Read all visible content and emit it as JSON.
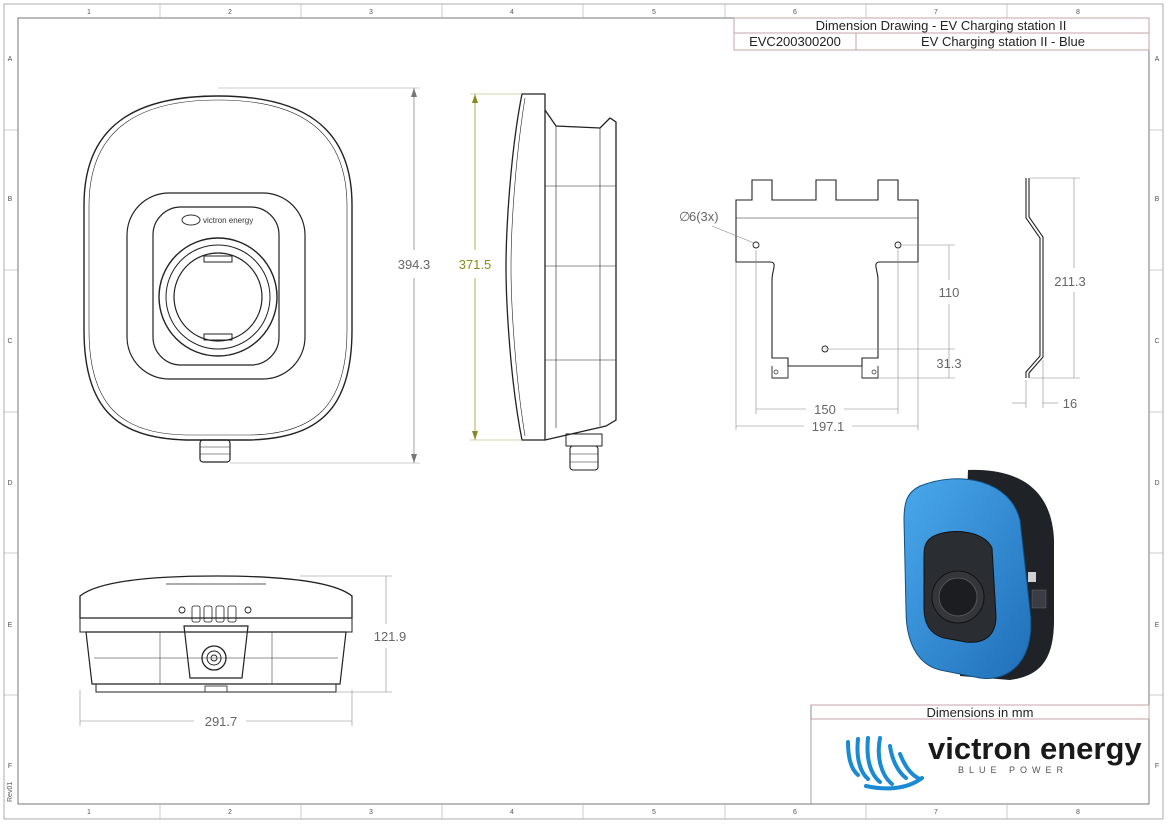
{
  "title_block": {
    "title": "Dimension Drawing - EV Charging station II",
    "part_number": "EVC200300200",
    "description": "EV Charging station II - Blue"
  },
  "frame": {
    "columns": [
      "1",
      "2",
      "3",
      "4",
      "5",
      "6",
      "7",
      "8"
    ],
    "rows": [
      "A",
      "B",
      "C",
      "D",
      "E",
      "F"
    ],
    "revision": "Rev01"
  },
  "dimensions": {
    "front_height": "394.3",
    "side_height": "371.5",
    "bottom_width": "291.7",
    "bottom_depth": "121.9",
    "hole_spec": "6(3x)",
    "diameter_symbol": "∅",
    "bracket_hole_spacing_vertical": "110",
    "bracket_lower_offset": "31.3",
    "bracket_hole_spacing_horizontal": "150",
    "bracket_width": "197.1",
    "bracket_profile_height": "211.3",
    "bracket_profile_depth": "16"
  },
  "units_note": "Dimensions in mm",
  "product_logo_text": "victron energy",
  "brand": {
    "name": "victron energy",
    "tagline": "BLUE POWER",
    "color": "#1a8ad4"
  },
  "colors": {
    "product_blue": "#2f8fd8",
    "product_dark": "#1f2226",
    "title_line": "#c9a3a8"
  }
}
